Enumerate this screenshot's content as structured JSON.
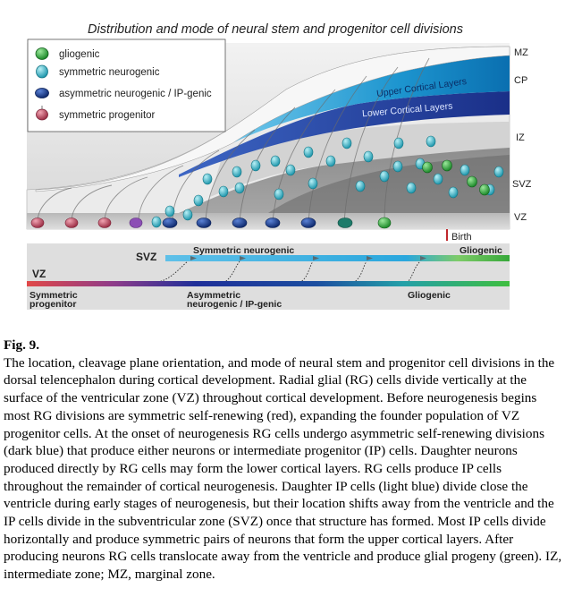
{
  "figure": {
    "title": "Distribution and mode of neural stem and progenitor cell divisions",
    "legend": [
      {
        "label": "gliogenic",
        "color": "#2ea043"
      },
      {
        "label": "symmetric neurogenic",
        "color": "#3cb8c6"
      },
      {
        "label": "asymmetric neurogenic / IP-genic",
        "color": "#1b3e8c"
      },
      {
        "label": "symmetric progenitor",
        "color": "#b84a5e"
      }
    ],
    "zones": {
      "mz": "MZ",
      "cp": "CP",
      "iz": "IZ",
      "svz": "SVZ",
      "vz": "VZ"
    },
    "layers": {
      "upper": "Upper Cortical Layers",
      "lower": "Lower Cortical Layers"
    },
    "birth": "Birth",
    "timeline": {
      "svz_label": "SVZ",
      "vz_label": "VZ",
      "svz_symmetric_neurogenic": "Symmetric neurogenic",
      "svz_gliogenic": "Gliogenic",
      "vz_symmetric_progenitor": "Symmetric progenitor",
      "vz_asymmetric": "Asymmetric neurogenic / IP-genic",
      "vz_gliogenic": "Gliogenic"
    }
  },
  "caption": {
    "label": "Fig. 9.",
    "text": "The location, cleavage plane orientation, and mode of neural stem and progenitor cell divisions in the dorsal telencephalon during cortical development. Radial glial (RG) cells divide vertically at the surface of the ventricular zone (VZ) throughout cortical development. Before neurogenesis begins most RG divisions are symmetric self-renewing (red), expanding the founder population of VZ progenitor cells. At the onset of neurogenesis RG cells undergo asymmetric self-renewing divisions (dark blue) that produce either neurons or intermediate progenitor (IP) cells. Daughter neurons produced directly by RG cells may form the lower cortical layers. RG cells produce IP cells throughout the remainder of cortical neurogenesis. Daughter IP cells (light blue) divide close the ventricle during early stages of neurogenesis, but their location shifts away from the ventricle and the IP cells divide in the subventricular zone (SVZ) once that structure has formed. Most IP cells divide horizontally and produce symmetric pairs of neurons that form the upper cortical layers. After producing neurons RG cells translocate away from the ventricle and produce glial progeny (green). IZ, intermediate zone; MZ, marginal zone."
  }
}
